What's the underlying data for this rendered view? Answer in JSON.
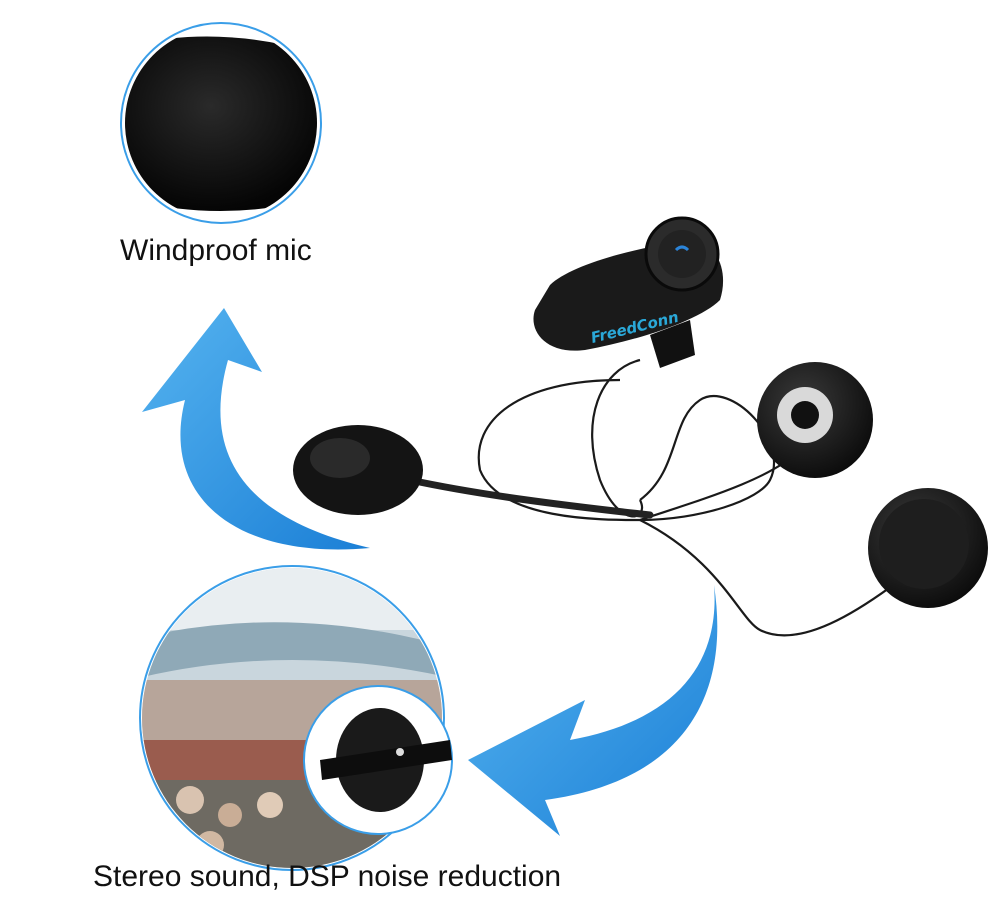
{
  "captions": {
    "windproof_mic": "Windproof mic",
    "stereo_sound": "Stereo sound, DSP noise reduction"
  },
  "product": {
    "brand_logo": "FreedConn"
  },
  "colors": {
    "arrow_blue": "#1e8fe0",
    "logo_blue": "#2aa8d8",
    "foam_black": "#111111"
  }
}
